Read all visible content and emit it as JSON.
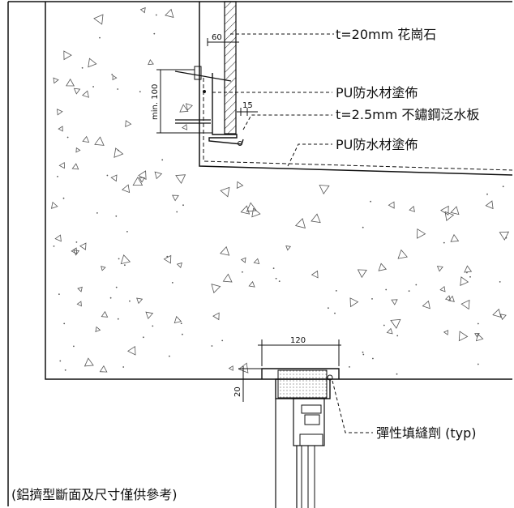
{
  "callouts": {
    "granite": "t=20mm 花崗石",
    "pu_coating_1": "PU防水材塗佈",
    "stainless_flashing": "t=2.5mm 不鏽鋼泛水板",
    "pu_coating_2": "PU防水材塗佈",
    "sealant": "彈性填縫劑 (typ)"
  },
  "dimensions": {
    "granite_gap": "60",
    "min_embed": "min. 100",
    "flashing_lip": "15",
    "frame_width": "120",
    "frame_recess": "20"
  },
  "note": "(鋁擠型斷面及尺寸僅供參考)",
  "colors": {
    "line": "#111111",
    "hatch": "#222222",
    "speckle": "#555555"
  }
}
